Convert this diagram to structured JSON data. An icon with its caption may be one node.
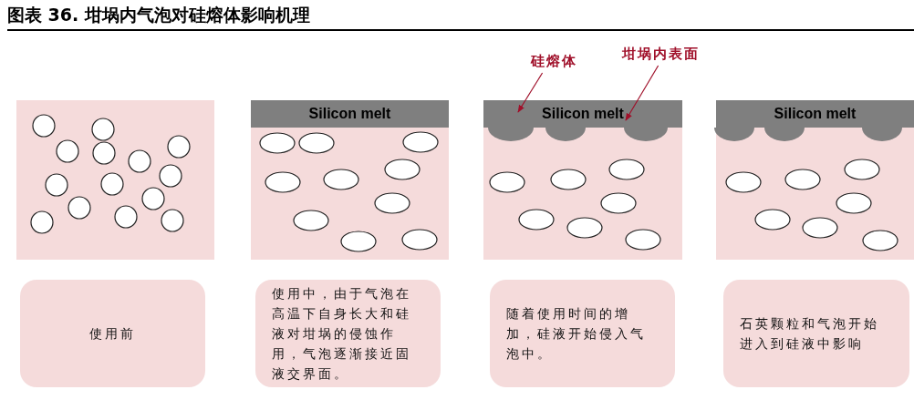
{
  "diagram": {
    "title": "图表 36. 坩埚内气泡对硅熔体影响机理",
    "nodes": [
      {
        "text": [],
        "shape": "box"
      },
      {
        "text": [],
        "shape": "box"
      },
      {
        "text": [],
        "shape": "box"
      },
      {
        "text": [],
        "shape": "box"
      },
      {
        "text": [
          "Silicon melt"
        ],
        "in": 1
      },
      {
        "text": [
          "Silicon melt"
        ],
        "in": 2
      },
      {
        "text": [
          "Silicon melt"
        ],
        "in": 3
      },
      {
        "text": [
          "使用前"
        ]
      },
      {
        "text": [
          "使用中，由于气泡在高温下自身长大和硅液对坩埚的侵蚀作用，气泡逐渐接近固液交界面。"
        ]
      },
      {
        "text": [
          "随着使用时间的增加，硅液开始侵入气泡中。"
        ]
      },
      {
        "text": [
          "石英颗粒和气泡开始进入到硅液中影响"
        ]
      },
      {
        "text": [
          "硅熔体"
        ]
      },
      {
        "text": [
          "坩埚内表面"
        ]
      }
    ],
    "edges": [
      {
        "from": 11,
        "to": 5,
        "arrow": "to",
        "color": "#a0102a"
      },
      {
        "from": 12,
        "to": 5,
        "arrow": "to",
        "color": "#a0102a"
      }
    ]
  }
}
